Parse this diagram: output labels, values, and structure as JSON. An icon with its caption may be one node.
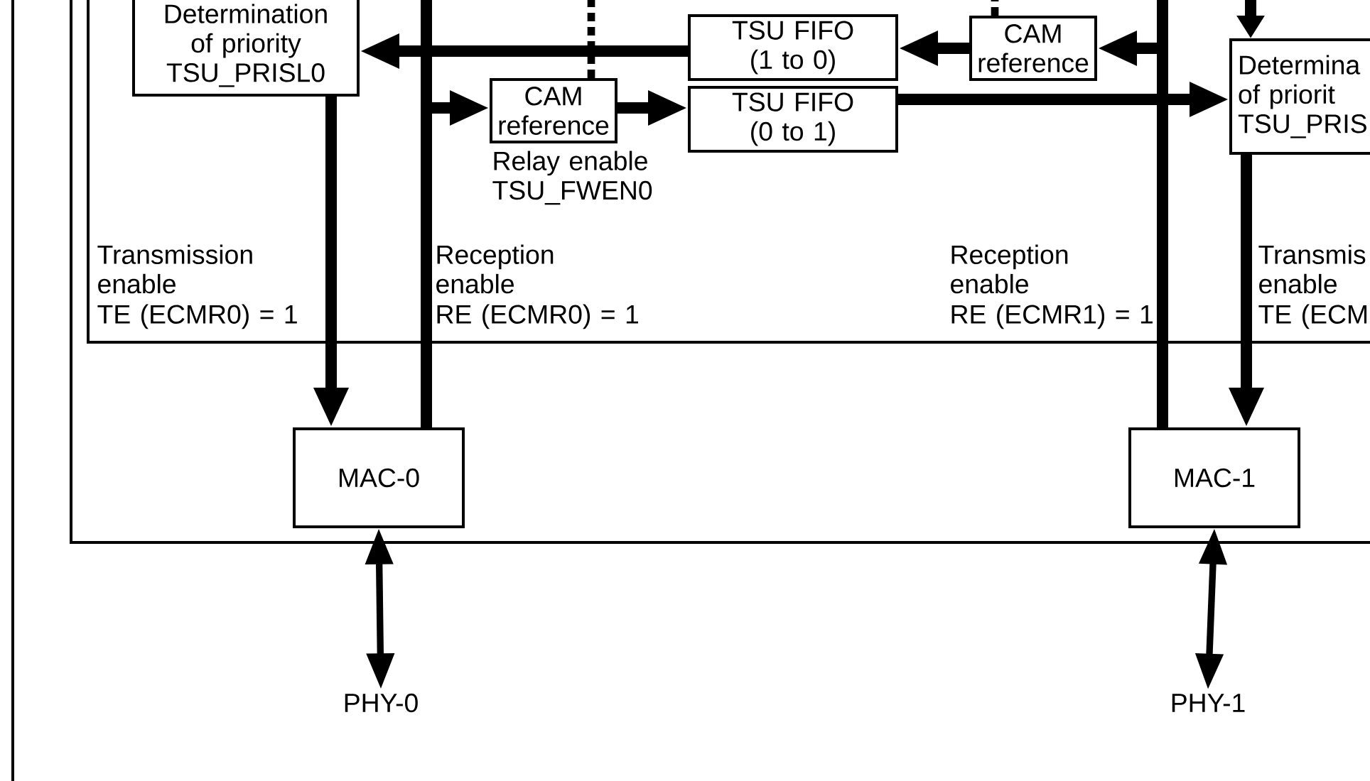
{
  "diagram": {
    "nodes": [
      {
        "text": [
          "Determination of priority TSU_PRISL0"
        ]
      },
      {
        "text": [
          "TSU FIFO (1 to 0)"
        ]
      },
      {
        "text": [
          "CAM reference"
        ]
      },
      {
        "text": [
          "CAM reference"
        ],
        "beside": [
          "Relay enable TSU_FWEN0"
        ]
      },
      {
        "text": [
          "TSU FIFO (0 to 1)"
        ]
      },
      {
        "text": [
          "Determina of priorit TSU_PRIS"
        ]
      },
      {
        "text": [
          "MAC-0"
        ]
      },
      {
        "text": [
          "MAC-1"
        ]
      },
      {
        "text": [
          "PHY-0"
        ]
      },
      {
        "text": [
          "PHY-1"
        ]
      }
    ],
    "edges": [
      {
        "from": 1,
        "to": 0,
        "arrow": "to"
      },
      {
        "from": 2,
        "to": 1,
        "arrow": "to"
      },
      {
        "from": 7,
        "to": 2,
        "arrow": "to"
      },
      {
        "from": 6,
        "to": 3,
        "arrow": "to"
      },
      {
        "from": 3,
        "to": 4,
        "arrow": "to"
      },
      {
        "from": 4,
        "to": 5,
        "arrow": "to"
      },
      {
        "from": 0,
        "to": 6,
        "arrow": "to"
      },
      {
        "from": 5,
        "to": 7,
        "arrow": "to"
      },
      {
        "from": null,
        "to": 5,
        "arrow": "to"
      },
      {
        "from": 6,
        "to": 8,
        "arrow": "both"
      },
      {
        "from": 7,
        "to": 9,
        "arrow": "both"
      },
      {
        "from": 6,
        "to": null,
        "arrow": "none"
      },
      {
        "from": 7,
        "to": null,
        "arrow": "none"
      },
      {
        "from": 3,
        "to": null,
        "arrow": "none",
        "style": "dashed"
      },
      {
        "from": 2,
        "to": null,
        "arrow": "none",
        "style": "dashed"
      }
    ],
    "labels": [
      "Transmission enable",
      "TE (ECMR0) = 1",
      "Reception enable",
      "RE (ECMR0) = 1",
      "Reception enable",
      "RE (ECMR1) = 1",
      "Transmis enable",
      "TE (ECM"
    ]
  }
}
